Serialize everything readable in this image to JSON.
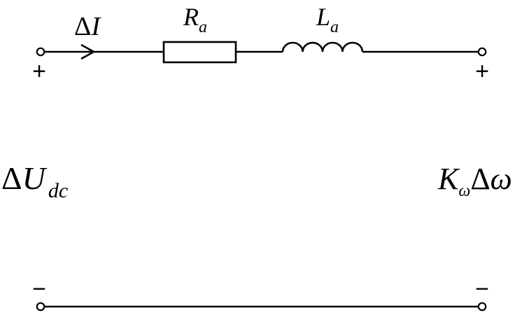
{
  "diagram": {
    "current_label": {
      "delta": "Δ",
      "symbol": "I"
    },
    "resistor_label": {
      "symbol": "R",
      "subscript": "a"
    },
    "inductor_label": {
      "symbol": "L",
      "subscript": "a"
    },
    "left_voltage_label": {
      "delta": "Δ",
      "symbol": "U",
      "subscript": "dc"
    },
    "right_voltage_label": {
      "symbol": "K",
      "subscript": "ω",
      "delta": "Δ",
      "variable": "ω"
    },
    "terminal_signs": {
      "top_left": "+",
      "top_right": "+",
      "bottom_left": "−",
      "bottom_right": "−"
    },
    "colors": {
      "stroke": "#000000",
      "background": "#ffffff"
    }
  }
}
